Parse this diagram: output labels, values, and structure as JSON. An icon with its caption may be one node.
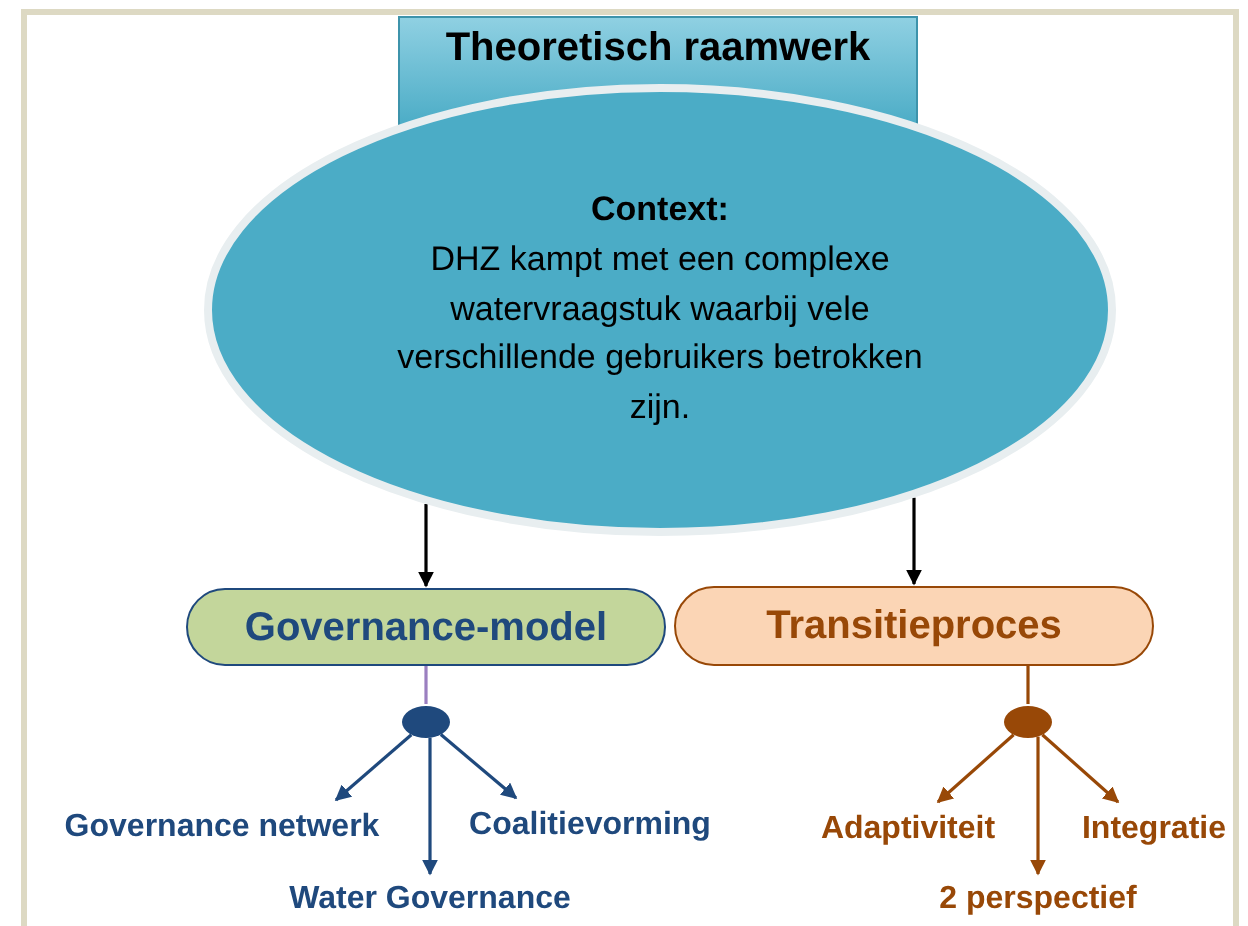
{
  "diagram": {
    "nodes": [
      {
        "text": [
          "Theoretisch raamwerk"
        ]
      },
      {
        "text": [
          "Context:",
          "DHZ kampt met een complexe watervraagstuk waarbij vele verschillende gebruikers betrokken zijn."
        ]
      },
      {
        "text": [
          "Governance-model"
        ]
      },
      {
        "text": [
          "Transitieproces"
        ]
      },
      {
        "text": [],
        "shape": "circle"
      },
      {
        "text": [
          "Governance netwerk"
        ]
      },
      {
        "text": [
          "Water Governance"
        ]
      },
      {
        "text": [
          "Coalitievorming"
        ]
      },
      {
        "text": [],
        "shape": "circle"
      },
      {
        "text": [
          "Adaptiviteit"
        ]
      },
      {
        "text": [
          "2 perspectief"
        ]
      },
      {
        "text": [
          "Integratie"
        ]
      }
    ],
    "edges": [
      {
        "from": 1,
        "to": 2,
        "arrow": "to",
        "color": "#000000"
      },
      {
        "from": 1,
        "to": 3,
        "arrow": "to",
        "color": "#000000"
      },
      {
        "from": 2,
        "to": 4,
        "arrow": "none",
        "color": "#9b7fc0"
      },
      {
        "from": 4,
        "to": 5,
        "arrow": "to",
        "color": "#1f497d"
      },
      {
        "from": 4,
        "to": 6,
        "arrow": "to",
        "color": "#1f497d"
      },
      {
        "from": 4,
        "to": 7,
        "arrow": "to",
        "color": "#1f497d"
      },
      {
        "from": 3,
        "to": 8,
        "arrow": "none"
      },
      {
        "from": 8,
        "to": 9,
        "arrow": "to"
      },
      {
        "from": 8,
        "to": 10,
        "arrow": "to"
      },
      {
        "from": 8,
        "to": 11,
        "arrow": "to"
      }
    ]
  }
}
